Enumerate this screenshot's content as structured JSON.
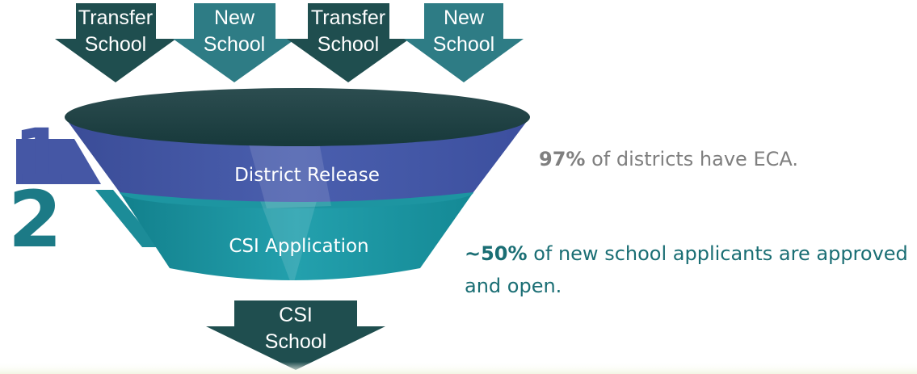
{
  "top_arrows": [
    {
      "line1": "Transfer",
      "line2": "School",
      "color": "#1f4e4f"
    },
    {
      "line1": "New",
      "line2": "School",
      "color": "#2e7c85"
    },
    {
      "line1": "Transfer",
      "line2": "School",
      "color": "#1f4e4f"
    },
    {
      "line1": "New",
      "line2": "School",
      "color": "#2e7c85"
    }
  ],
  "steps": [
    {
      "number": "1",
      "label": "District Release",
      "color": "#4557a5"
    },
    {
      "number": "2",
      "label": "CSI Application",
      "color": "#1c8c98"
    }
  ],
  "output_arrow": {
    "line1": "CSI",
    "line2": "School",
    "color": "#1f4e4f"
  },
  "stats": [
    {
      "value": "97%",
      "text": " of districts have ECA."
    },
    {
      "value": "~50%",
      "text": " of new school applicants are approved and open."
    }
  ]
}
